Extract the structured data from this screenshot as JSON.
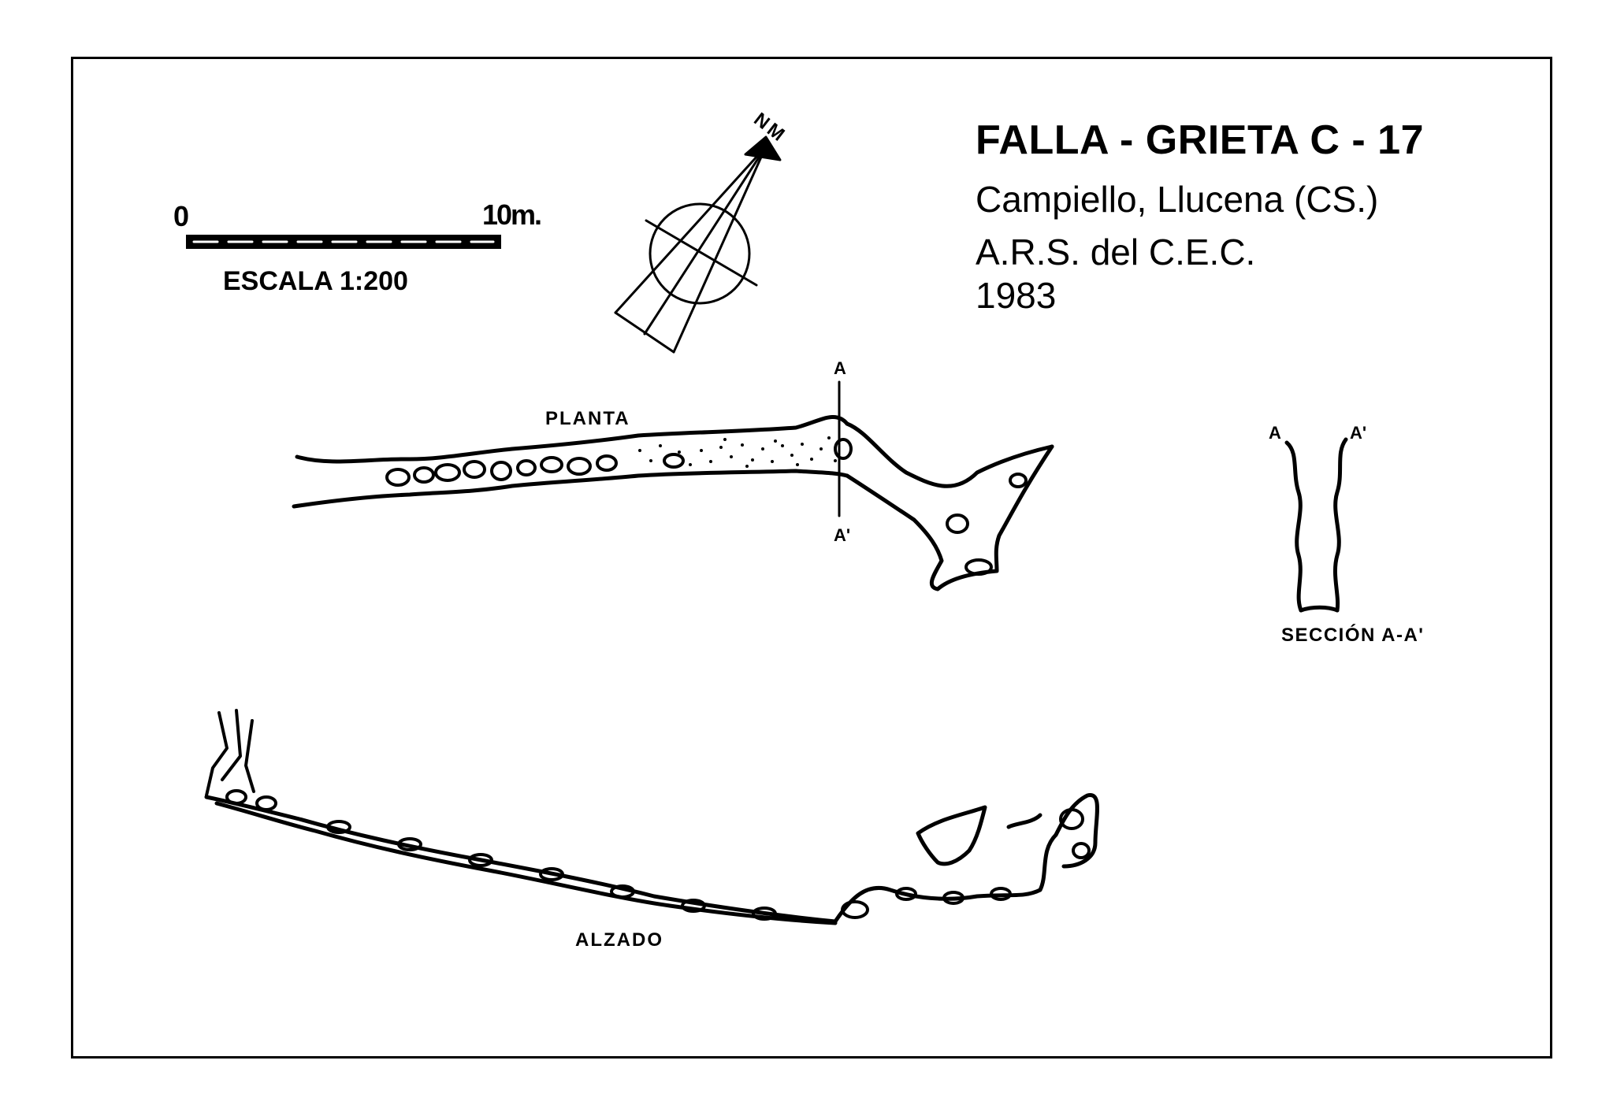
{
  "title": "FALLA - GRIETA C - 17",
  "location": "Campiello, Llucena (CS.)",
  "author": "A.R.S. del C.E.C.",
  "year": "1983",
  "scale": {
    "label": "ESCALA 1:200",
    "start": "0",
    "end": "10m."
  },
  "north": {
    "label": "NM"
  },
  "views": {
    "plan": "PLANTA",
    "elevation": "ALZADO",
    "section": "SECCIÓN A-A'"
  },
  "cut_marks": {
    "plan_top": "A",
    "plan_bottom": "A'",
    "section_left": "A",
    "section_right": "A'"
  },
  "colors": {
    "ink": "#000000",
    "paper": "#ffffff"
  }
}
